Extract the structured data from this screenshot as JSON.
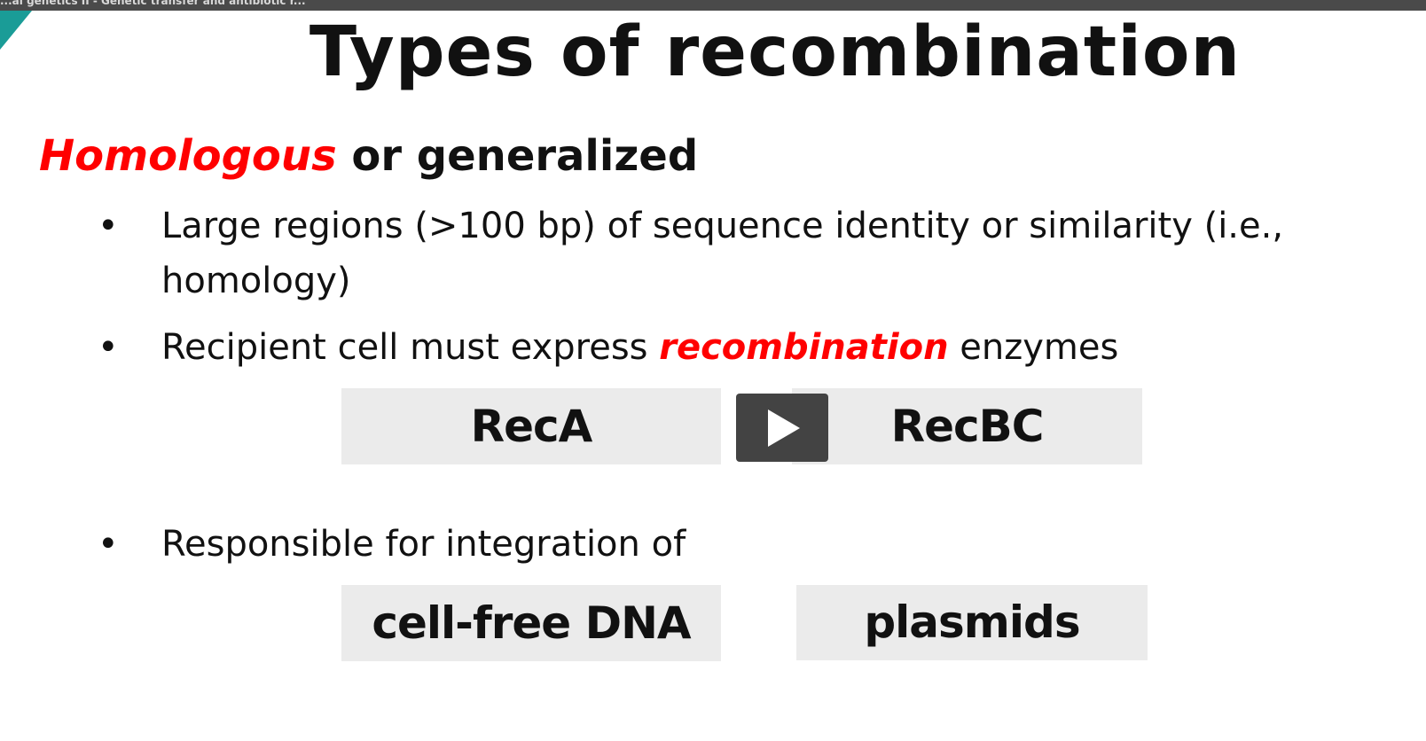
{
  "window": {
    "title_fragment": "...al genetics II - Genetic transfer and antibiotic r..."
  },
  "slide": {
    "title": "Types of recombination",
    "heading": {
      "emphasis": "Homologous",
      "rest": " or generalized"
    },
    "bullets": [
      {
        "text": "Large regions (>100 bp) of sequence identity or similarity (i.e., homology)"
      },
      {
        "before": "Recipient cell must express ",
        "emphasis": "recombination",
        "after": " enzymes"
      },
      {
        "text": "Responsible for integration of"
      }
    ],
    "bullet_symbol": "•",
    "enzyme_boxes": [
      "RecA",
      "RecBC"
    ],
    "integration_boxes": [
      "cell-free DNA",
      "plasmids"
    ]
  },
  "player": {
    "play_icon": "play-icon"
  },
  "colors": {
    "emphasis": "#ff0000",
    "box_background": "#ebebeb",
    "accent_corner": "#1a9c97",
    "play_button": "#434343"
  }
}
